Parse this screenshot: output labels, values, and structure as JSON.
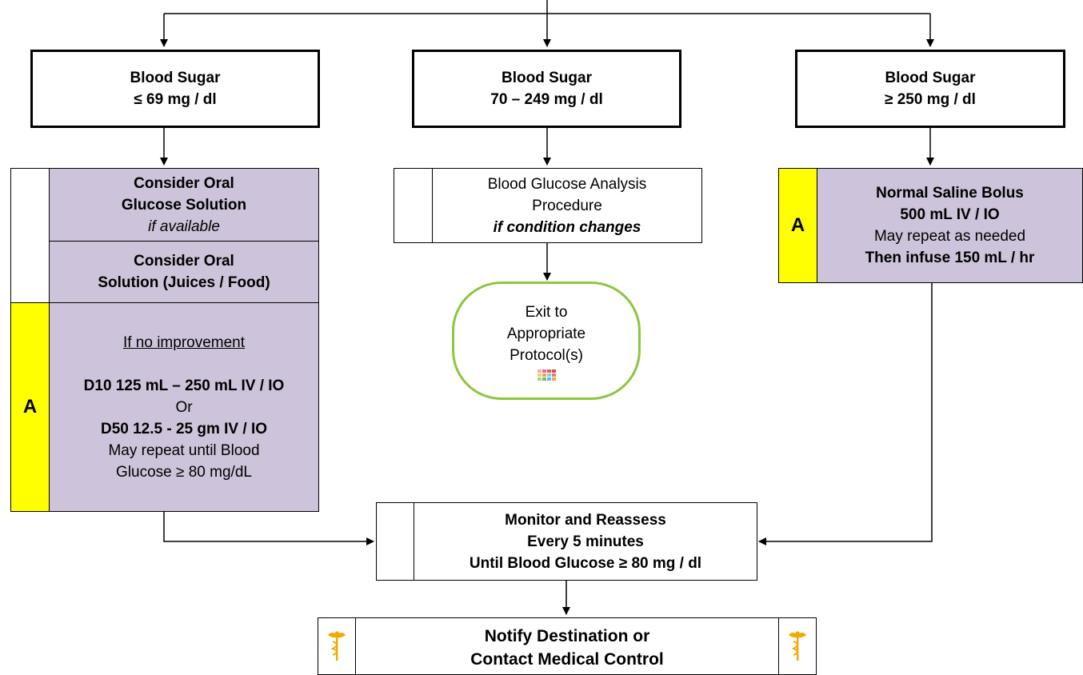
{
  "boxes": {
    "low": {
      "line1": "Blood Sugar",
      "line2": "≤ 69 mg / dl"
    },
    "mid": {
      "line1": "Blood Sugar",
      "line2": "70 – 249 mg / dl"
    },
    "high": {
      "line1": "Blood Sugar",
      "line2": "≥ 250 mg / dl"
    }
  },
  "left_column": {
    "oral_glucose": {
      "line1": "Consider  Oral",
      "line2": "Glucose Solution",
      "line3": "if available"
    },
    "oral_solution": {
      "line1": "Consider  Oral",
      "line2": "Solution (Juices / Food)"
    },
    "advanced": {
      "badge": "A",
      "heading": "If no improvement",
      "d10": "D10 125 mL – 250 mL IV / IO",
      "or": "Or",
      "d50": "D50 12.5 - 25 gm IV / IO",
      "repeat1": "May repeat until Blood",
      "repeat2": "Glucose ≥ 80 mg/dL"
    }
  },
  "middle_column": {
    "analysis": {
      "line1": "Blood Glucose Analysis",
      "line2": "Procedure",
      "line3": "if condition changes"
    },
    "exit": {
      "line1": "Exit to",
      "line2": "Appropriate",
      "line3": "Protocol(s)"
    }
  },
  "right_column": {
    "badge": "A",
    "line1": "Normal Saline Bolus",
    "line2": "500 mL IV / IO",
    "line3": "May repeat as needed",
    "line4": "Then infuse 150 mL / hr"
  },
  "monitor": {
    "line1": "Monitor and Reassess",
    "line2": "Every 5 minutes",
    "line3": "Until Blood Glucose ≥ 80 mg / dl"
  },
  "notify": {
    "line1": "Notify Destination or",
    "line2": "Contact Medical Control"
  },
  "colors": {
    "purple": "#cdc3da",
    "yellow": "#ffff00",
    "green_outline": "#8dc63f",
    "caduceus": "#f2a900"
  },
  "icons": {
    "protocol_grid": "grid-icon",
    "medical_control": "caduceus-icon"
  }
}
